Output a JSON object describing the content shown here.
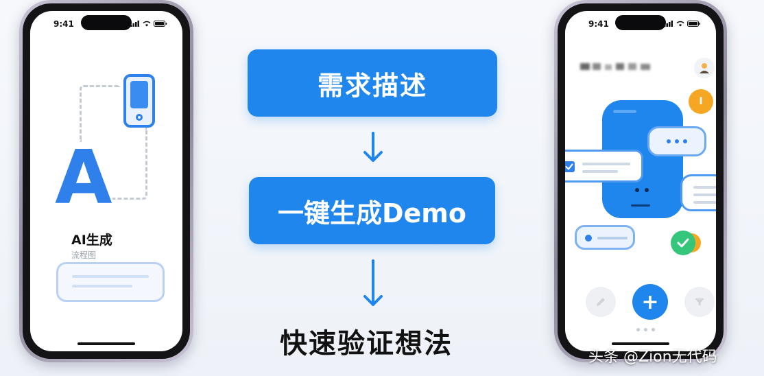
{
  "status_bar": {
    "time": "9:41"
  },
  "left_phone": {
    "logo_letter": "A",
    "title": "AI生成",
    "subtitle": "流程图"
  },
  "flow": {
    "step1": "需求描述",
    "step2": "一键生成Demo",
    "result": "快速验证想法"
  },
  "right_phone": {
    "avatar_icon": "person-avatar-icon",
    "badge_letter": "I",
    "fab_symbol": "+"
  },
  "watermark": "头条 @Zion无代码",
  "colors": {
    "primary_blue": "#1f86ee",
    "bubble_border": "#4f9af0",
    "success_green": "#34c77b",
    "badge_orange": "#f5a623"
  }
}
